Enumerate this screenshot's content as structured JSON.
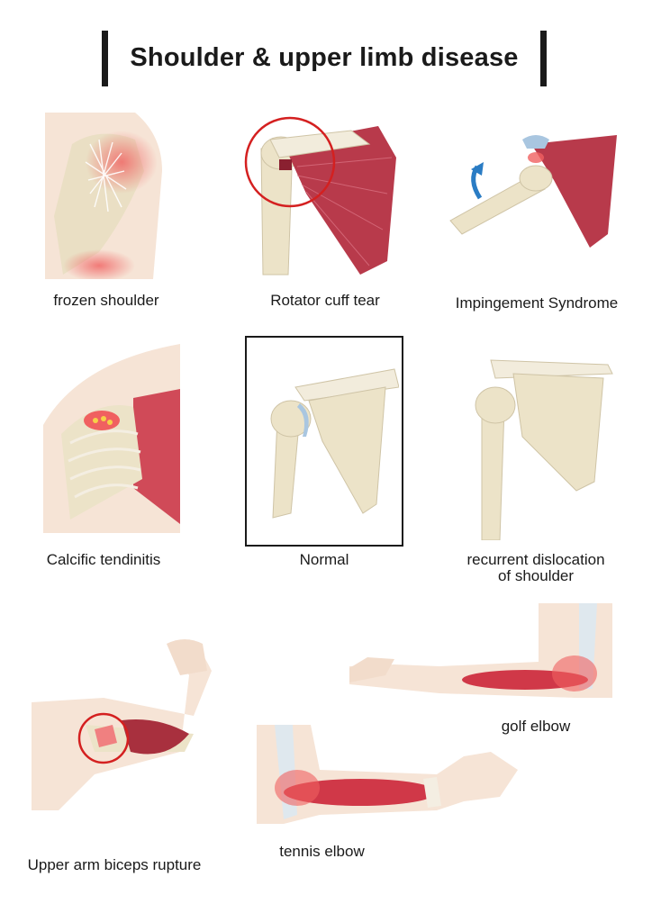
{
  "title": "Shoulder & upper limb disease",
  "captions": {
    "frozen_shoulder": "frozen shoulder",
    "rotator_cuff_tear": "Rotator cuff tear",
    "impingement": "Impingement Syndrome",
    "calcific": "Calcific tendinitis",
    "normal": "Normal",
    "recurrent_line1": "recurrent dislocation",
    "recurrent_line2": "of shoulder",
    "biceps": "Upper arm biceps rupture",
    "tennis": "tennis elbow",
    "golf": "golf elbow"
  },
  "colors": {
    "bone": "#ece3c8",
    "muscle": "#b83a4b",
    "skin": "#f6e4d6",
    "inflammation": "#f06060",
    "highlight_circle": "#d42020",
    "cartilage": "#a9c6e0"
  }
}
